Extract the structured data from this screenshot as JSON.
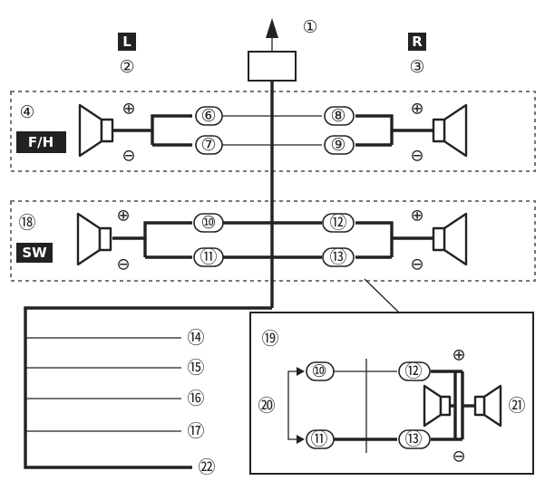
{
  "labels": {
    "l": "L",
    "r": "R",
    "fh": "F/H",
    "sw": "SW",
    "plus": "⊕",
    "minus": "⊖"
  },
  "callouts": {
    "n1": "①",
    "n2": "②",
    "n3": "③",
    "n4": "④",
    "n6": "⑥",
    "n7": "⑦",
    "n8": "⑧",
    "n9": "⑨",
    "n10": "⑩",
    "n11": "⑪",
    "n12": "⑫",
    "n13": "⑬",
    "n14": "⑭",
    "n15": "⑮",
    "n16": "⑯",
    "n17": "⑰",
    "n18": "⑱",
    "n19": "⑲",
    "n20": "⑳",
    "n21": "㉑",
    "n22": "㉒"
  },
  "inset": {
    "n10": "⑩",
    "n11": "⑪",
    "n12": "⑫",
    "n13": "⑬"
  }
}
